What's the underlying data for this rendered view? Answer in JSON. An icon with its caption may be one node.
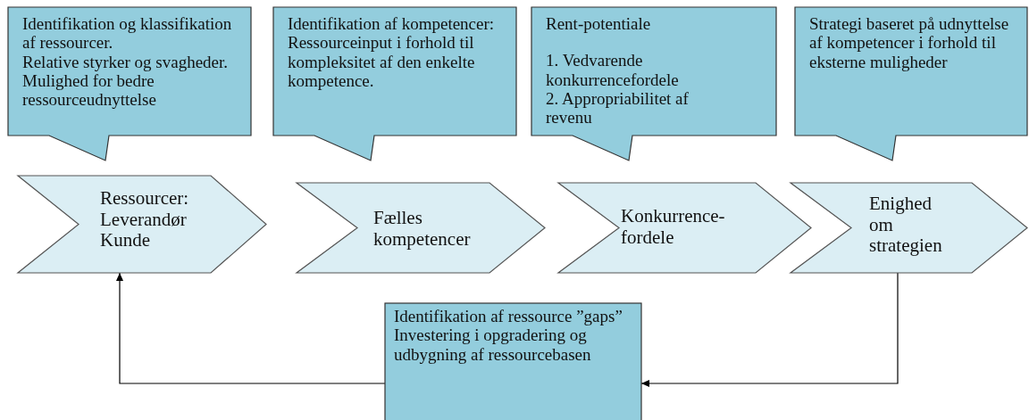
{
  "diagram": {
    "nodes": [
      {
        "text": [
          "Identifikation og klassifikation af ressourcer.",
          "Relative styrker og svagheder.",
          "Mulighed for bedre ressourceudnyttelse"
        ]
      },
      {
        "text": [
          "Identifikation af kompetencer:",
          "Ressourceinput i forhold til kompleksitet af den enkelte kompetence."
        ]
      },
      {
        "text": [
          "Rent-potentiale",
          "1. Vedvarende konkurrencefordele",
          "2. Appropriabilitet af revenu"
        ]
      },
      {
        "text": [
          "Strategi baseret på udnyttelse af kompetencer i forhold til eksterne muligheder"
        ]
      },
      {
        "text": [
          "Ressourcer:",
          "Leverandør",
          "Kunde"
        ]
      },
      {
        "text": [
          "Fælles kompetencer"
        ]
      },
      {
        "text": [
          "Konkurrence-fordele"
        ]
      },
      {
        "text": [
          "Enighed om strategien"
        ]
      },
      {
        "text": [
          "Identifikation af ressource ”gaps”",
          "Investering i opgradering og udbygning af ressourcebasen"
        ]
      }
    ],
    "edges": [
      {
        "from": 8,
        "to": 4,
        "arrow": "to"
      },
      {
        "from": 7,
        "to": 8,
        "arrow": "to"
      }
    ]
  }
}
